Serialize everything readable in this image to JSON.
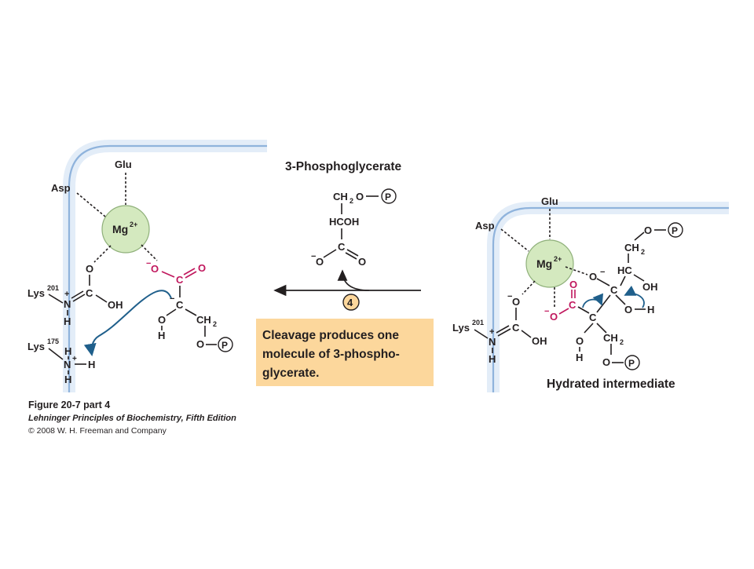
{
  "left_panel": {
    "glu": "Glu",
    "asp": "Asp",
    "mg": "Mg",
    "mg_charge": "2+",
    "lys201": "Lys",
    "lys201_sup": "201",
    "lys175": "Lys",
    "lys175_sup": "175",
    "o": "O",
    "c": "C",
    "oh": "OH",
    "n": "N",
    "h": "H",
    "plus": "+",
    "minus": "−",
    "ch2": "CH",
    "sub2": "2",
    "p": "P"
  },
  "middle": {
    "title": "3-Phosphoglycerate",
    "ch2o": "CH",
    "ch2o_sub": "2",
    "ch2o_o": "O",
    "hcoh": "HCOH",
    "c": "C",
    "o": "O",
    "minus": "−",
    "p": "P",
    "step": "4",
    "description_lines": [
      "Cleavage produces one",
      "molecule of 3-phospho-",
      "glycerate."
    ]
  },
  "right_panel": {
    "glu": "Glu",
    "asp": "Asp",
    "mg": "Mg",
    "mg_charge": "2+",
    "lys201": "Lys",
    "lys201_sup": "201",
    "label": "Hydrated intermediate",
    "o": "O",
    "c": "C",
    "oh": "OH",
    "n": "N",
    "h": "H",
    "hc": "HC",
    "plus": "+",
    "minus": "−",
    "ch2": "CH",
    "sub2": "2",
    "p": "P"
  },
  "caption": {
    "figure": "Figure 20-7 part 4",
    "book": "Lehninger Principles of Biochemistry, Fifth Edition",
    "copyright": "© 2008 W. H. Freeman and Company"
  },
  "colors": {
    "membrane": "#8fb3dc",
    "membrane_glow": "#d9e7f5",
    "mg_fill": "#d4e9bf",
    "mg_stroke": "#8fb07a",
    "carboxylate": "#c0175d",
    "arrow_curve": "#1f5f8b",
    "description_box": "#fcd79c"
  }
}
